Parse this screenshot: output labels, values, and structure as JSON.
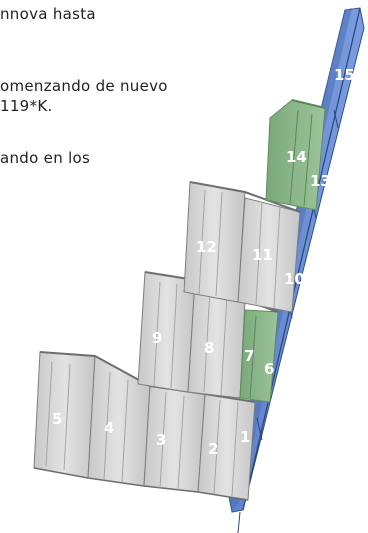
{
  "text_lines": [
    "nnova hasta",
    "omenzando de nuevo",
    "119*K.",
    "ando en los"
  ],
  "panel_numbers": [
    "1",
    "2",
    "3",
    "4",
    "5",
    "6",
    "7",
    "8",
    "9",
    "10",
    "11",
    "12",
    "13",
    "14",
    "15"
  ],
  "colors": {
    "blue_panel": "#6b8fd6",
    "blue_dark": "#3c5fa8",
    "grey_panel": "#d3d4d3",
    "grey_dark": "#8e8f8e",
    "green_panel": "#86b585",
    "green_dark": "#5f8d5e"
  }
}
